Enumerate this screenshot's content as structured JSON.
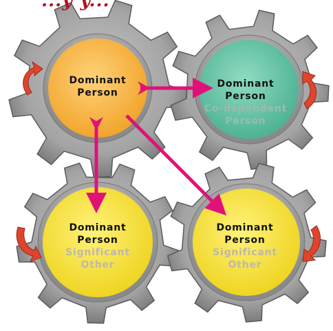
{
  "title_fragment": "...y y...",
  "gears": {
    "top_left": {
      "line1": "Dominant",
      "line2": "Person",
      "fill": "#f6b53f"
    },
    "top_right": {
      "line1": "Dominant",
      "line2": "Person",
      "line3": "Co-dependent",
      "line4": "Person",
      "fill": "#5fc1a3"
    },
    "bottom_left": {
      "line1": "Dominant",
      "line2": "Person",
      "line3": "Significant",
      "line4": "Other",
      "fill": "#f4e23a"
    },
    "bottom_right": {
      "line1": "Dominant",
      "line2": "Person",
      "line3": "Significant",
      "line4": "Other",
      "fill": "#f4e23a"
    }
  },
  "colors": {
    "gear_metal": "#8e8e8e",
    "arrow_pink": "#e0127a",
    "rotation_red": "#e0442c"
  }
}
